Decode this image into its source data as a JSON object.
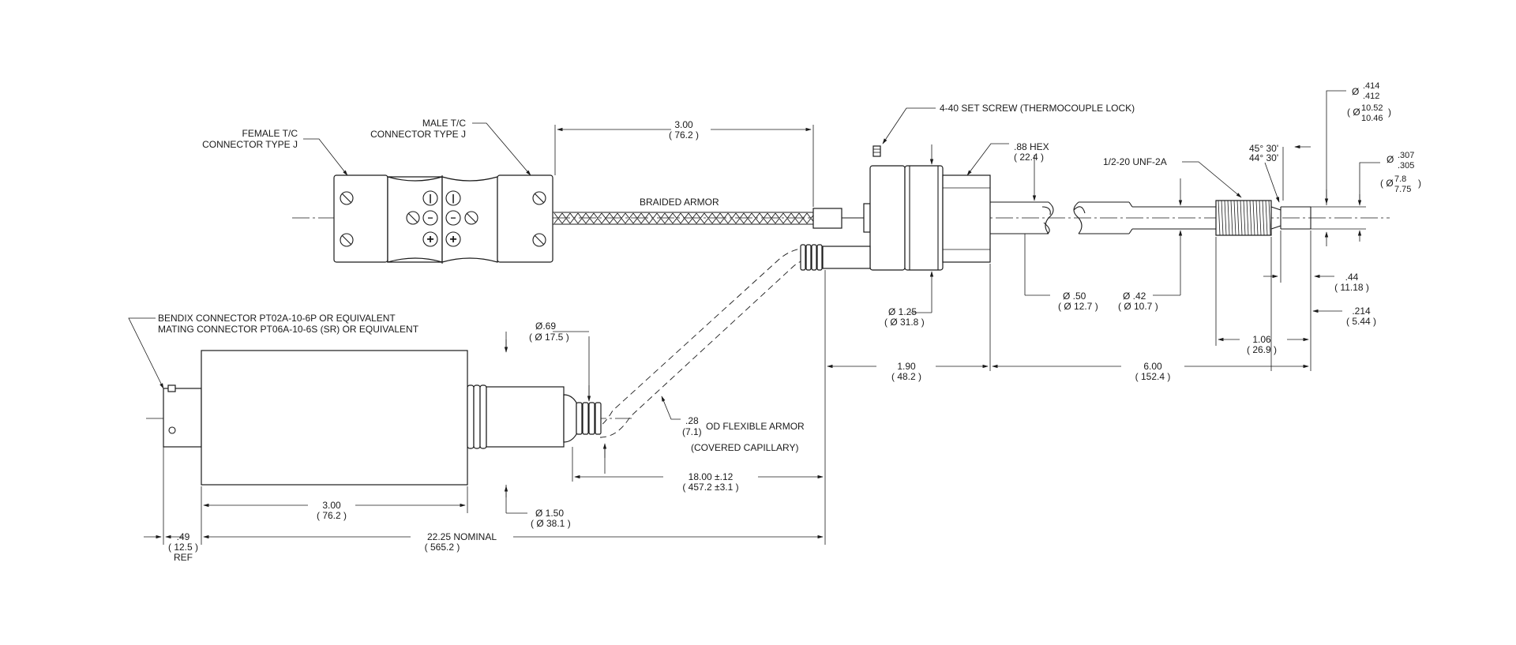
{
  "labels": {
    "female_tc": [
      "FEMALE T/C",
      "CONNECTOR TYPE J"
    ],
    "male_tc": [
      "MALE T/C",
      "CONNECTOR TYPE J"
    ],
    "set_screw": "4-40 SET SCREW (THERMOCOUPLE LOCK)",
    "braided_armor": "BRAIDED ARMOR",
    "hex": [
      ".88 HEX",
      "( 22.4 )"
    ],
    "thread": "1/2-20 UNF-2A",
    "bendix": [
      "BENDIX CONNECTOR  PT02A-10-6P OR EQUIVALENT",
      "MATING CONNECTOR  PT06A-10-6S (SR) OR EQUIVALENT"
    ],
    "flex_armor_od": ".28",
    "flex_armor_od_mm": "(7.1)",
    "flex_armor_desc": "OD FLEXIBLE ARMOR",
    "covered_capillary": "(COVERED CAPILLARY)"
  },
  "dimensions": {
    "d_300_top": [
      "3.00",
      "( 76.2 )"
    ],
    "d_414": {
      "prefix": "Ø",
      "upper": ".414",
      "lower": ".412",
      "mm_prefix": "( Ø",
      "mm_upper": "10.52",
      "mm_lower": "10.46",
      "mm_suffix": ")"
    },
    "d_307": {
      "prefix": "Ø",
      "upper": ".307",
      "lower": ".305",
      "mm_prefix": "( Ø",
      "mm_upper": "7.8",
      "mm_lower": "7.75",
      "mm_suffix": ")"
    },
    "chamfer": [
      "45° 30'",
      "44° 30'"
    ],
    "d_125": [
      "Ø 1.25",
      "( Ø 31.8 )"
    ],
    "d_050": [
      "Ø  .50",
      "( Ø 12.7 )"
    ],
    "d_042": [
      "Ø  .42",
      "( Ø 10.7 )"
    ],
    "d_044": [
      ".44",
      "( 11.18 )"
    ],
    "d_214": [
      ".214",
      "( 5.44 )"
    ],
    "d_106": [
      "1.06",
      "( 26.9 )"
    ],
    "d_190": [
      "1.90",
      "( 48.2 )"
    ],
    "d_600": [
      "6.00",
      "( 152.4 )"
    ],
    "d_069": [
      "Ø.69",
      "( Ø 17.5 )"
    ],
    "d_1800": [
      "18.00  ±.12",
      "( 457.2 ±3.1 )"
    ],
    "d_150": [
      "Ø  1.50",
      "( Ø 38.1 )"
    ],
    "d_300_bot": [
      "3.00",
      "( 76.2 )"
    ],
    "d_049": [
      ".49",
      "( 12.5 )",
      "REF"
    ],
    "d_2225": [
      "22.25   NOMINAL",
      "( 565.2 )"
    ]
  },
  "symbols": {
    "tc_pins": [
      "|",
      "|",
      "−",
      "−",
      "+",
      "+"
    ]
  }
}
